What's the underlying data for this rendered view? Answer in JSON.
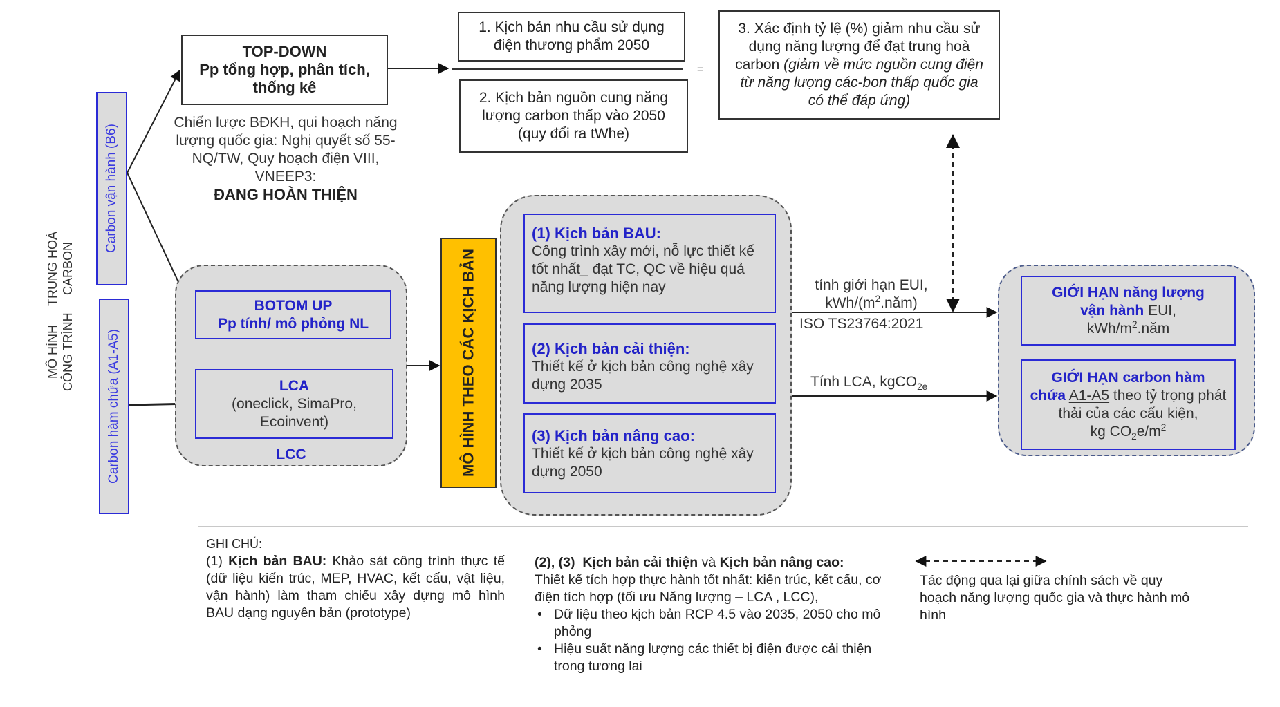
{
  "left_title": {
    "line1": "MÔ HÌNH CÔNG TRÌNH",
    "line2": "TRUNG HOÀ CARBON"
  },
  "side_labels": {
    "operational": "Carbon vận hành (B6)",
    "embodied": "Carbon hàm chứa (A1-A5)"
  },
  "top_down": {
    "title": "TOP-DOWN",
    "subtitle": "Pp tổng hợp, phân tích, thống kê",
    "policy_text": "Chiến lược BĐKH, qui hoạch năng lượng quốc gia: Nghị quyết số 55-NQ/TW, Quy hoạch điện VIII, VNEEP3:",
    "policy_status": "ĐANG HOÀN THIỆN"
  },
  "formula": {
    "numerator": "1. Kịch bản nhu cầu sử dụng điện thương phẩm 2050",
    "denominator": "2. Kịch bản nguồn cung năng lượng carbon thấp vào 2050 (quy đổi ra tWhe)",
    "equals": "=",
    "result_plain": "3. Xác định tỷ lệ (%) giảm nhu cầu sử dụng năng lượng để đạt trung hoà carbon",
    "result_italic": "(giảm về mức nguồn cung điện từ năng lượng các-bon thấp quốc gia có thể đáp ứng)"
  },
  "bottom_up": {
    "title": "BOTOM UP",
    "subtitle": "Pp  tính/ mô phỏng NL",
    "lca_title": "LCA",
    "lca_tools": "(oneclick, SimaPro, Ecoinvent)",
    "lcc_label": "LCC"
  },
  "scenario_model_label": "MÔ HÌNH THEO CÁC KỊCH BẢN",
  "scenarios": [
    {
      "title": "(1) Kịch bản BAU:",
      "body": "Công trình xây mới, nỗ lực thiết kế tốt nhất_ đạt TC, QC về hiệu quả năng lượng hiện nay"
    },
    {
      "title": "(2) Kịch bản cải thiện:",
      "body": "Thiết kế ở kịch bản công nghệ xây dựng 2035"
    },
    {
      "title": "(3) Kịch bản nâng cao:",
      "body": "Thiết kế ở kịch bản công nghệ xây dựng 2050"
    }
  ],
  "arrows": {
    "eui_label_1": "tính giới hạn EUI,",
    "eui_label_2_pre": "kWh/(m",
    "eui_label_2_sup": "2",
    "eui_label_2_post": ".năm)",
    "eui_standard": "ISO TS23764:2021",
    "lca_label_pre": "Tính LCA, kgCO",
    "lca_label_sub": "2e"
  },
  "limits": {
    "energy_title_1": "GIỚI HẠN năng lượng",
    "energy_title_2": "vận hành",
    "energy_unit_a": " EUI,",
    "energy_unit_b_pre": "kWh/m",
    "energy_unit_b_sup": "2",
    "energy_unit_b_post": ".năm",
    "carbon_title_1": "GIỚI HẠN carbon hàm",
    "carbon_title_2": "chứa",
    "carbon_scope": "A1-A5",
    "carbon_desc": "theo tỷ trọng phát thải của các cấu kiện,",
    "carbon_unit_pre": "kg CO",
    "carbon_unit_sub": "2",
    "carbon_unit_mid": "e/m",
    "carbon_unit_sup": "2"
  },
  "notes": {
    "heading": "GHI CHÚ:",
    "bau_bold": "(1) Kịch bản BAU:",
    "bau_label_prefix": "(1) ",
    "bau_label_bold": "Kịch bản BAU:",
    "bau_text": "Khảo sát công trình thực tế (dữ liệu kiến trúc, MEP, HVAC, kết cấu, vật liệu, vận hành) làm tham chiếu xây dựng mô hình BAU dạng nguyên bản (prototype)",
    "adv_prefix": "(2), (3)",
    "adv_bold_1": "Kịch bản cải thiện",
    "adv_and": "và",
    "adv_bold_2": "Kịch bản nâng cao:",
    "adv_text": "Thiết kế tích hợp thực hành tốt nhất: kiến trúc, kết cấu, cơ điện tích hợp (tối ưu Năng lượng – LCA , LCC),",
    "adv_bullets": [
      "Dữ liệu theo kịch bản RCP 4.5 vào 2035, 2050 cho mô phỏng",
      "Hiệu suất năng lượng các thiết bị điện được cải thiện trong tương lai"
    ],
    "legend_text": "Tác động qua lại giữa chính sách về quy hoạch năng lượng quốc gia và thực hành mô hình"
  },
  "colors": {
    "accent_blue": "#2323c8",
    "box_blue_border": "#2b2bd6",
    "panel_gray": "#dcdcdc",
    "scenario_yellow": "#ffc000"
  }
}
